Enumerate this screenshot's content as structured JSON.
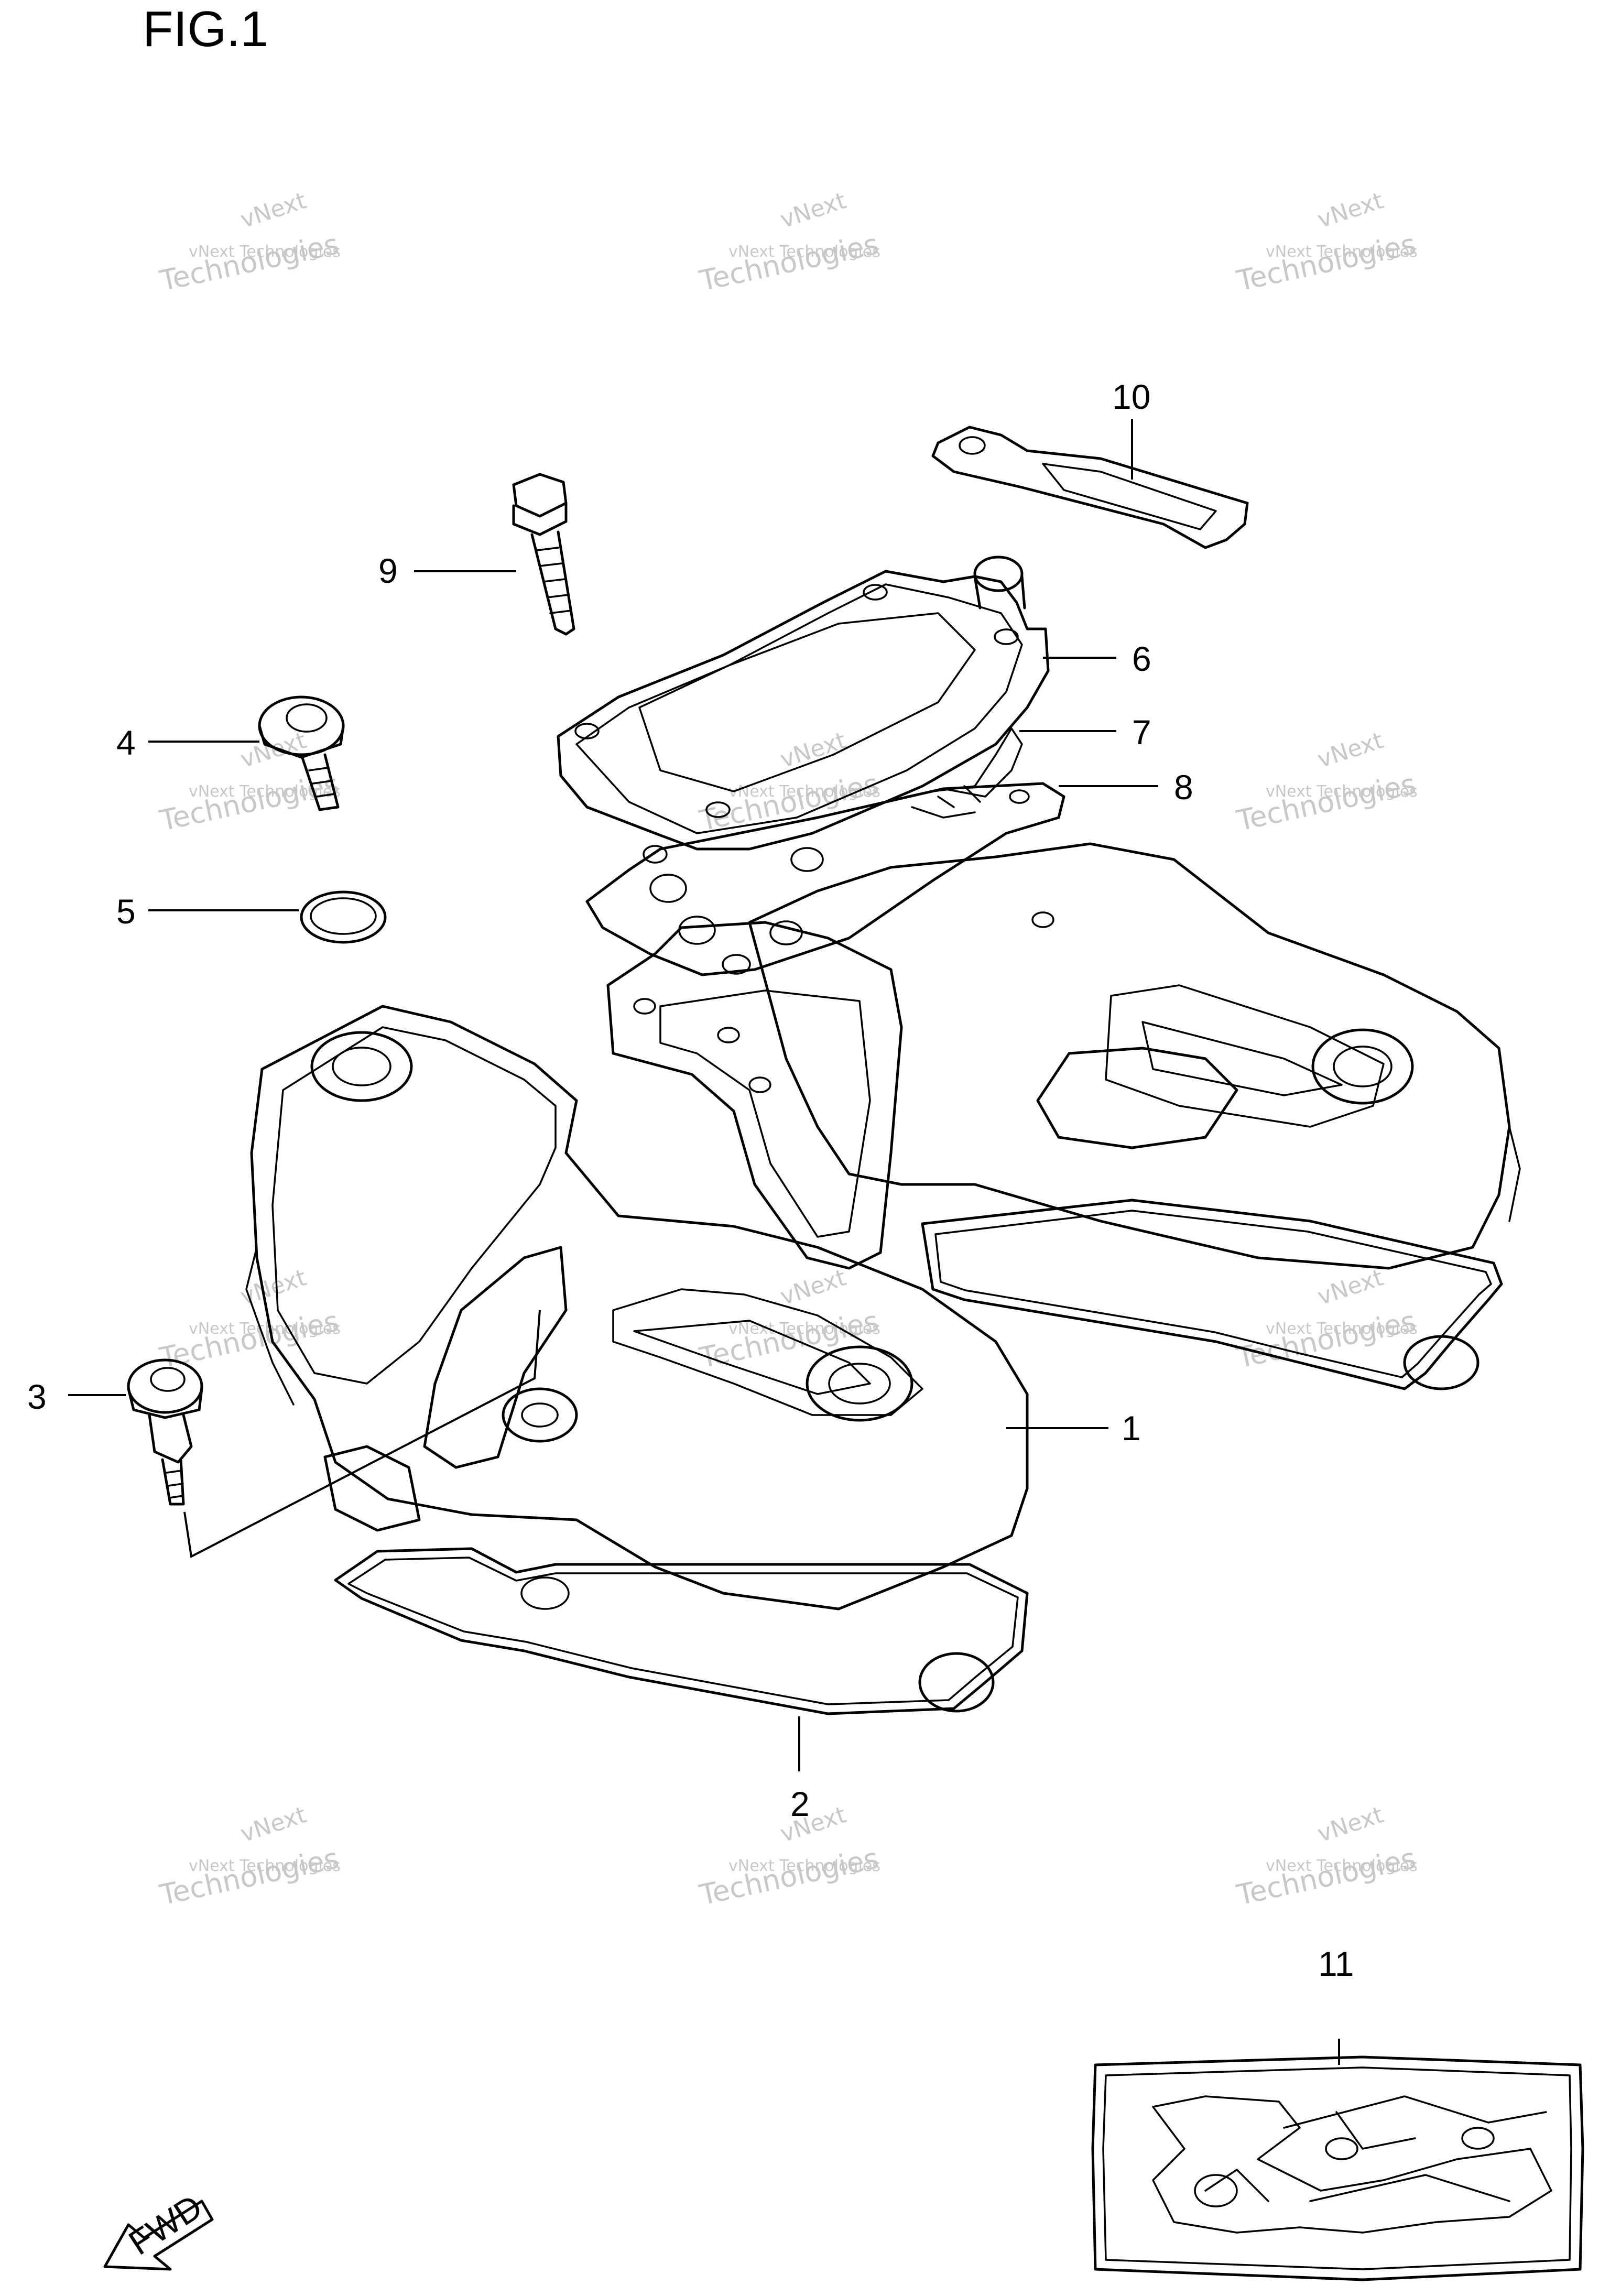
{
  "figure": {
    "title": "FIG.1"
  },
  "callouts": [
    "1",
    "2",
    "3",
    "4",
    "5",
    "6",
    "7",
    "8",
    "9",
    "10",
    "11"
  ],
  "watermark": {
    "line1": "vNext",
    "line2": "vNext Technologies",
    "line3": "Technologies"
  },
  "fwd_label": "FWD",
  "colors": {
    "line": "#000000",
    "watermark": "#c8c8c8",
    "background": "#ffffff"
  }
}
